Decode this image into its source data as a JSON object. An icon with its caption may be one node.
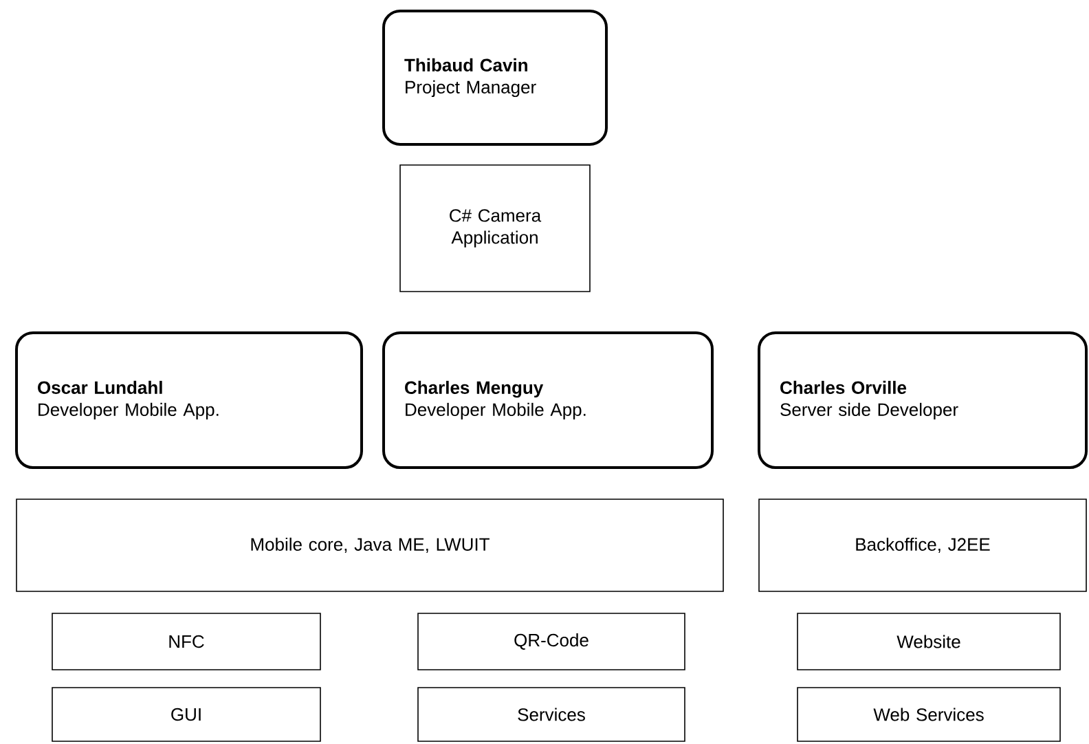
{
  "diagram": {
    "nodes": [
      {
        "text": [
          "Thibaud Cavin",
          "Project Manager"
        ]
      },
      {
        "text": [
          "C# Camera Application"
        ]
      },
      {
        "text": [
          "Oscar Lundahl",
          "Developer Mobile App."
        ]
      },
      {
        "text": [
          "Charles Menguy",
          "Developer Mobile App."
        ]
      },
      {
        "text": [
          "Charles Orville",
          "Server side Developer"
        ]
      },
      {
        "text": [
          "Mobile core, Java ME, LWUIT"
        ]
      },
      {
        "text": [
          "Backoffice, J2EE"
        ]
      },
      {
        "text": [
          "NFC"
        ]
      },
      {
        "text": [
          "QR-Code"
        ]
      },
      {
        "text": [
          "Website"
        ]
      },
      {
        "text": [
          "GUI"
        ]
      },
      {
        "text": [
          "Services"
        ]
      },
      {
        "text": [
          "Web Services"
        ]
      }
    ]
  }
}
